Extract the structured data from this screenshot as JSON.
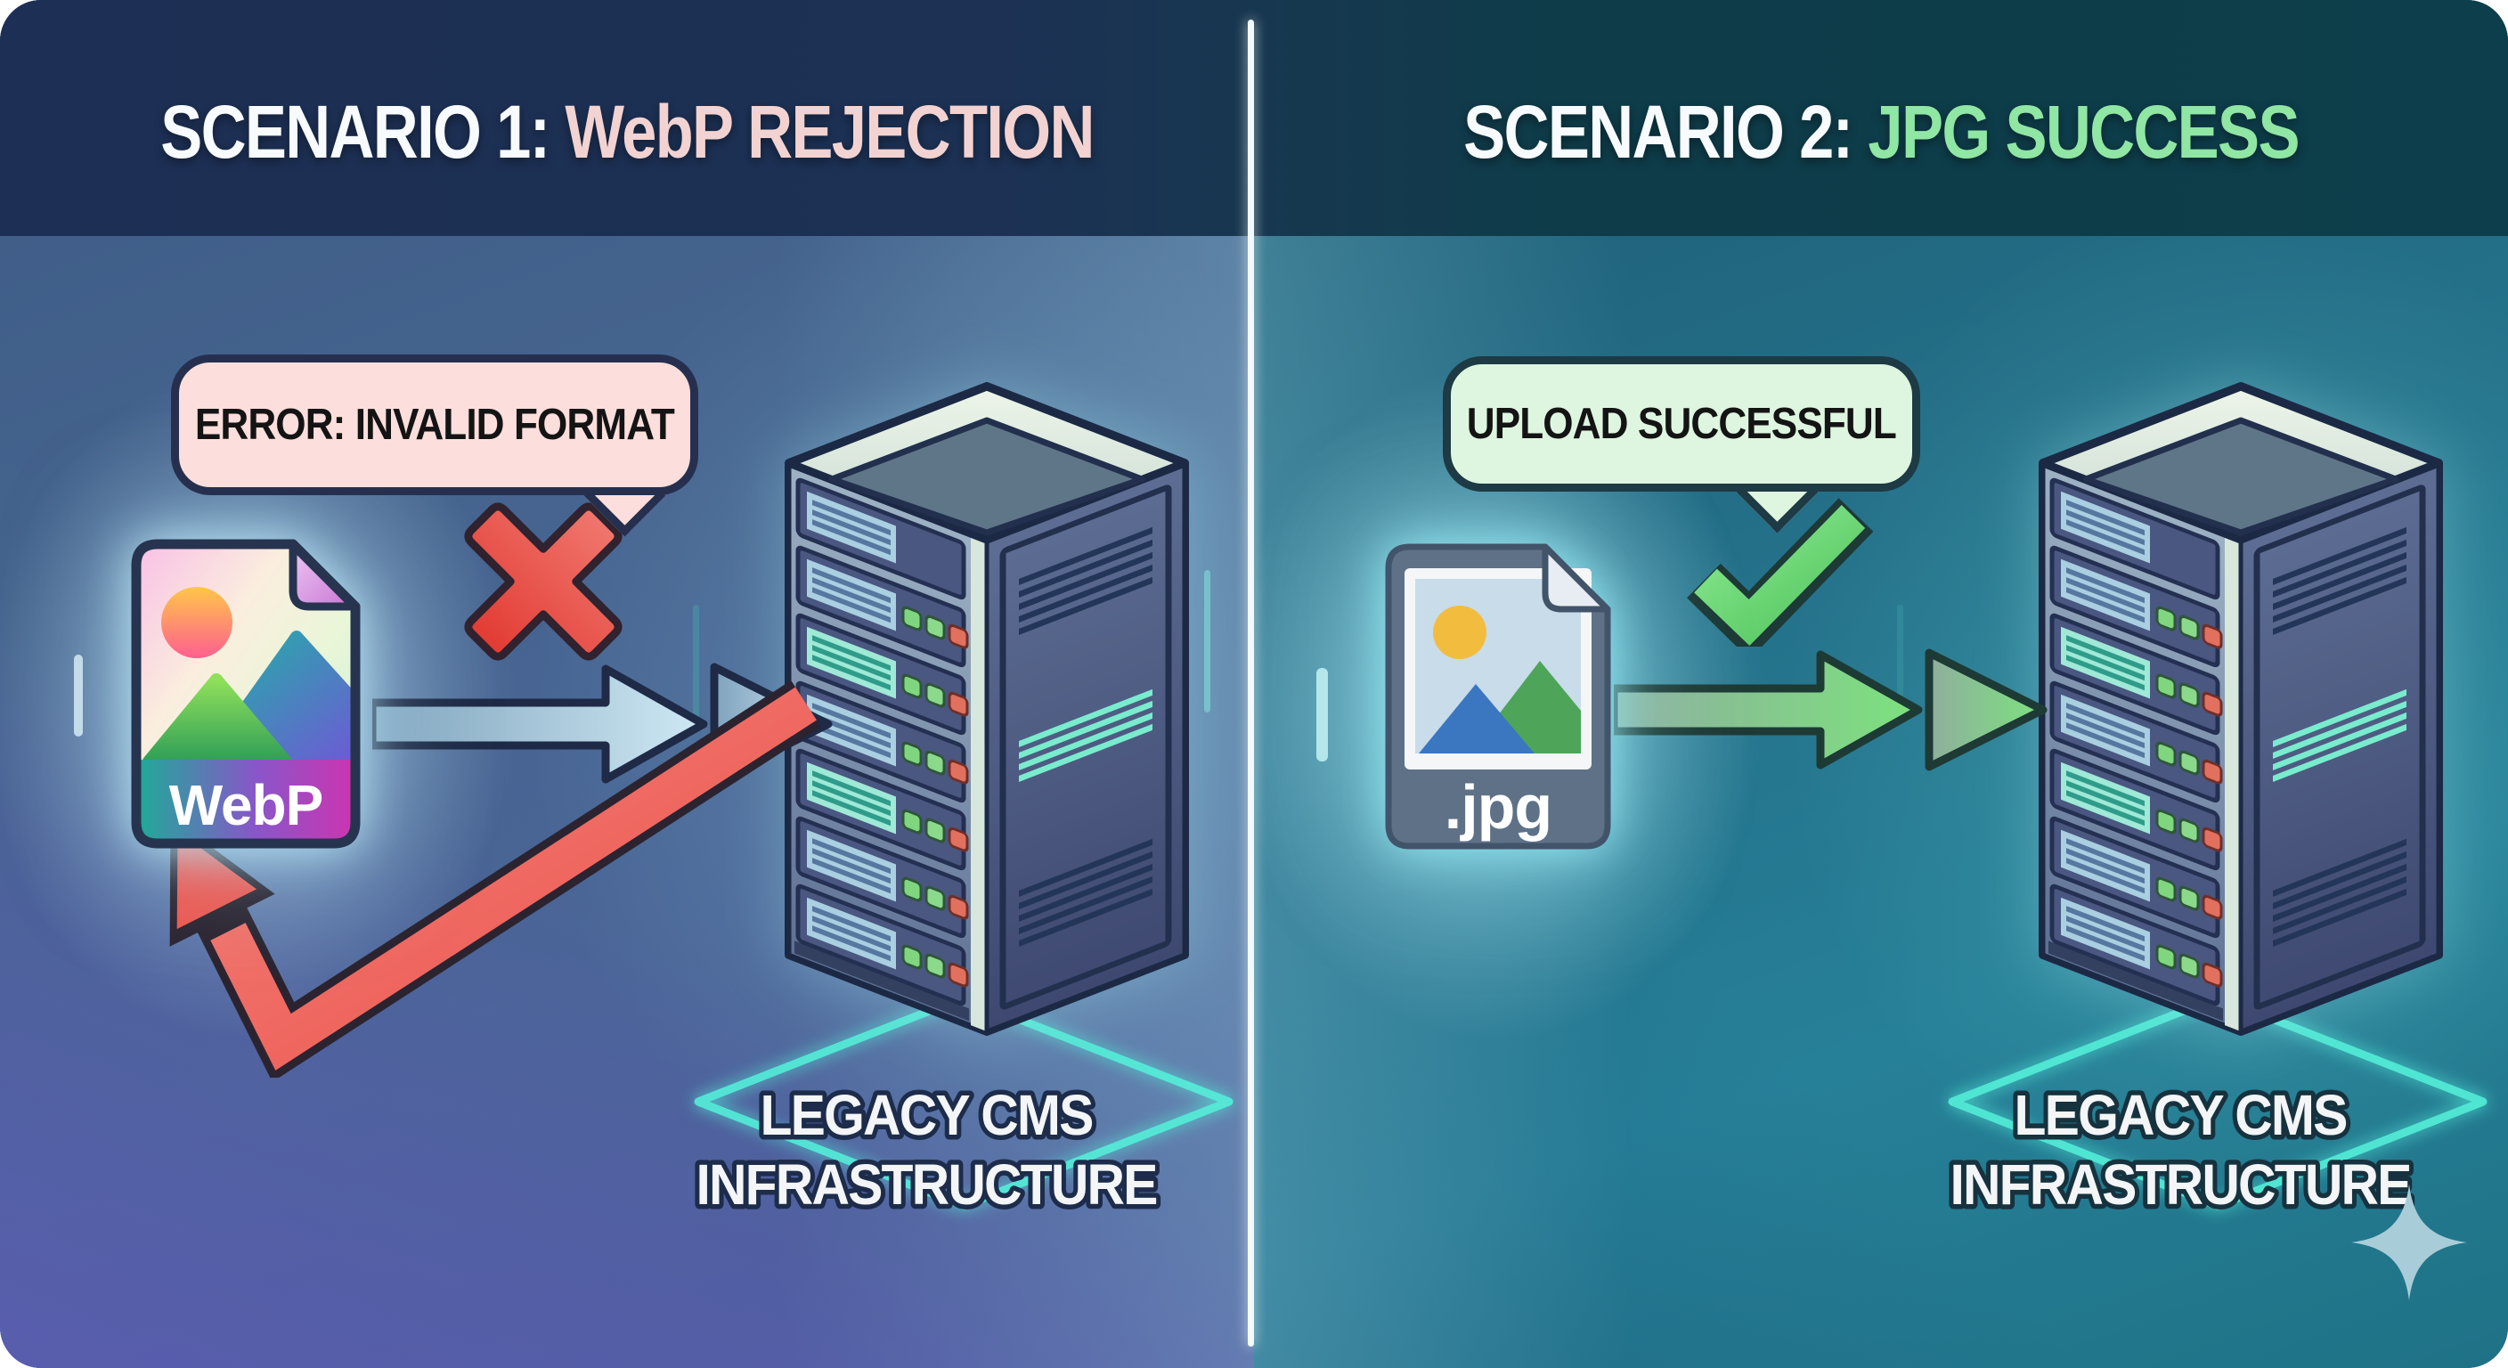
{
  "header": {
    "left_title": {
      "prefix": "SCENARIO 1:",
      "highlight": "WebP REJECTION",
      "highlight_color": "#f2d3d1"
    },
    "right_title": {
      "prefix": "SCENARIO 2:",
      "highlight": "JPG SUCCESS",
      "highlight_color": "#90e6a3"
    }
  },
  "left_panel": {
    "status_bubble": "ERROR: INVALID FORMAT",
    "file_badge": "WebP",
    "server_label": {
      "line1": "LEGACY CMS",
      "line2": "INFRASTRUCTURE"
    }
  },
  "right_panel": {
    "status_bubble": "UPLOAD SUCCESSFUL",
    "file_badge": ".jpg",
    "server_label": {
      "line1": "LEGACY CMS",
      "line2": "INFRASTRUCTURE"
    }
  },
  "icons": {
    "left": [
      "webp-file-icon",
      "error-x-icon",
      "upload-arrow-icon",
      "rejected-return-arrow-icon",
      "server-rack-icon",
      "floor-glow-icon"
    ],
    "right": [
      "jpg-file-icon",
      "success-check-icon",
      "upload-arrow-icon",
      "server-rack-icon",
      "floor-glow-icon",
      "sparkle-icon"
    ]
  },
  "colors": {
    "error_red": "#e8473e",
    "success_green": "#62d66e",
    "arrow_blue_light": "#cfe9f4",
    "glow_teal": "#54f1da",
    "bubble_error_bg": "#fcdfdc",
    "bubble_success_bg": "#def6e0",
    "header_navy": "#1d2f54",
    "header_teal": "#0d3e4b",
    "panel_left_purple": "#4f5d9e",
    "panel_right_teal": "#247089"
  }
}
